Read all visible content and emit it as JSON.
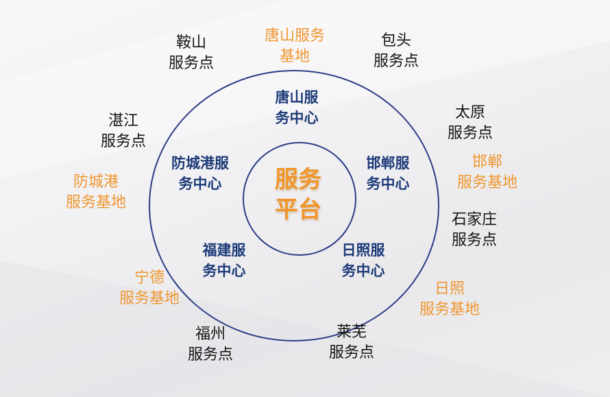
{
  "colors": {
    "ring": "#2b3b86",
    "center_text": "#1d3a78",
    "base_text": "#ef962f",
    "point_text": "#141414"
  },
  "platform": [
    "服务",
    "平台"
  ],
  "service_centers": {
    "tangshan": [
      "唐山服",
      "务中心"
    ],
    "fangchenggang": [
      "防城港服",
      "务中心"
    ],
    "handan": [
      "邯郸服",
      "务中心"
    ],
    "fujian": [
      "福建服",
      "务中心"
    ],
    "rizhao": [
      "日照服",
      "务中心"
    ]
  },
  "service_bases": {
    "tangshan": [
      "唐山服务",
      "基地"
    ],
    "fangchenggang": [
      "防城港",
      "服务基地"
    ],
    "handan": [
      "邯郸",
      "服务基地"
    ],
    "ningde": [
      "宁德",
      "服务基地"
    ],
    "rizhao": [
      "日照",
      "服务基地"
    ]
  },
  "service_points": {
    "anshan": [
      "鞍山",
      "服务点"
    ],
    "baotou": [
      "包头",
      "服务点"
    ],
    "zhanjiang": [
      "湛江",
      "服务点"
    ],
    "taiyuan": [
      "太原",
      "服务点"
    ],
    "shijiazhuang": [
      "石家庄",
      "服务点"
    ],
    "fuzhou": [
      "福州",
      "服务点"
    ],
    "laiwu": [
      "莱芜",
      "服务点"
    ]
  }
}
